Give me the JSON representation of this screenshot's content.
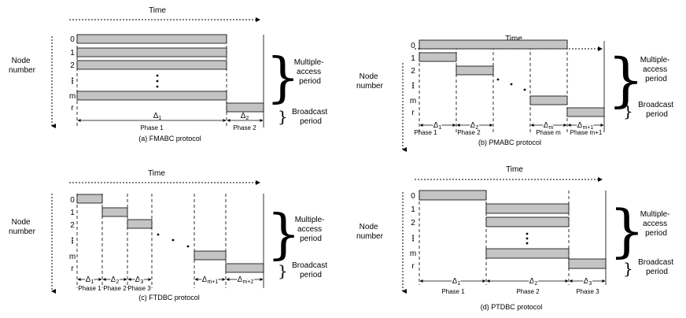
{
  "colors": {
    "bar_fill": "#c4c4c4",
    "bar_stroke": "#000000",
    "ink": "#000000"
  },
  "panels": [
    {
      "id": "fmabc",
      "caption": "(a) FMABC protocol",
      "time_label": "Time",
      "node_axis_label": [
        "Node",
        "number"
      ],
      "rows": [
        {
          "label": "0",
          "bar": [
            0,
            1
          ]
        },
        {
          "label": "1",
          "bar": [
            0,
            1
          ]
        },
        {
          "label": "2",
          "bar": [
            0,
            1
          ]
        },
        {
          "label": "⋮",
          "bar": null
        },
        {
          "label": "m",
          "bar": [
            0,
            1
          ]
        },
        {
          "label": "r",
          "bar": [
            1,
            2
          ]
        }
      ],
      "phases": [
        {
          "delta": "Δ",
          "sub": "1",
          "name": "Phase 1"
        },
        {
          "delta": "Δ",
          "sub": "2",
          "name": "Phase 2"
        }
      ],
      "multiple_access_label": [
        "Multiple-",
        "access",
        "period"
      ],
      "broadcast_label": [
        "Broadcast",
        "period"
      ]
    },
    {
      "id": "pmabc",
      "caption": "(b) PMABC protocol",
      "time_label": "Time",
      "node_axis_label": [
        "Node",
        "number"
      ],
      "rows": [
        {
          "label": "0",
          "bar": [
            0,
            4
          ]
        },
        {
          "label": "1",
          "bar": [
            0,
            1
          ]
        },
        {
          "label": "2",
          "bar": [
            1,
            2
          ]
        },
        {
          "label": "⋮",
          "bar": null
        },
        {
          "label": "m",
          "bar": [
            3,
            4
          ]
        },
        {
          "label": "r",
          "bar": [
            4,
            5
          ]
        }
      ],
      "phases": [
        {
          "delta": "Δ",
          "sub": "1",
          "name": "Phase 1"
        },
        {
          "delta": "Δ",
          "sub": "2",
          "name": "Phase 2"
        },
        {
          "delta": "",
          "sub": "",
          "name": ""
        },
        {
          "delta": "Δ",
          "sub": "m",
          "name": "Phase m"
        },
        {
          "delta": "Δ",
          "sub": "m+1",
          "name": "Phase m+1"
        }
      ],
      "multiple_access_label": [
        "Multiple-",
        "access",
        "period"
      ],
      "broadcast_label": [
        "Broadcast",
        "period"
      ]
    },
    {
      "id": "ftdbc",
      "caption": "(c) FTDBC protocol",
      "time_label": "Time",
      "node_axis_label": [
        "Node",
        "number"
      ],
      "rows": [
        {
          "label": "0",
          "bar": [
            0,
            1
          ]
        },
        {
          "label": "1",
          "bar": [
            1,
            2
          ]
        },
        {
          "label": "2",
          "bar": [
            2,
            3
          ]
        },
        {
          "label": "⋮",
          "bar": null
        },
        {
          "label": "m",
          "bar": [
            4,
            5
          ]
        },
        {
          "label": "r",
          "bar": [
            5,
            6
          ]
        }
      ],
      "phases": [
        {
          "delta": "Δ",
          "sub": "1",
          "name": "Phase 1"
        },
        {
          "delta": "Δ",
          "sub": "2",
          "name": "Phase 2"
        },
        {
          "delta": "Δ",
          "sub": "3",
          "name": "Phase 3"
        },
        {
          "delta": "",
          "sub": "",
          "name": ""
        },
        {
          "delta": "Δ",
          "sub": "m+1",
          "name": ""
        },
        {
          "delta": "Δ",
          "sub": "m+2",
          "name": ""
        }
      ],
      "multiple_access_label": [
        "Multiple-",
        "access",
        "period"
      ],
      "broadcast_label": [
        "Broadcast",
        "period"
      ]
    },
    {
      "id": "ptdbc",
      "caption": "(d) PTDBC protocol",
      "time_label": "Time",
      "node_axis_label": [
        "Node",
        "number"
      ],
      "rows": [
        {
          "label": "0",
          "bar": [
            0,
            1
          ]
        },
        {
          "label": "1",
          "bar": [
            1,
            2
          ]
        },
        {
          "label": "2",
          "bar": [
            1,
            2
          ]
        },
        {
          "label": "⋮",
          "bar": null
        },
        {
          "label": "m",
          "bar": [
            1,
            2
          ]
        },
        {
          "label": "r",
          "bar": [
            2,
            3
          ]
        }
      ],
      "phases": [
        {
          "delta": "Δ",
          "sub": "1",
          "name": "Phase 1"
        },
        {
          "delta": "Δ",
          "sub": "2",
          "name": "Phase 2"
        },
        {
          "delta": "Δ",
          "sub": "3",
          "name": "Phase 3"
        }
      ],
      "multiple_access_label": [
        "Multiple-",
        "access",
        "period"
      ],
      "broadcast_label": [
        "Broadcast",
        "period"
      ]
    }
  ]
}
